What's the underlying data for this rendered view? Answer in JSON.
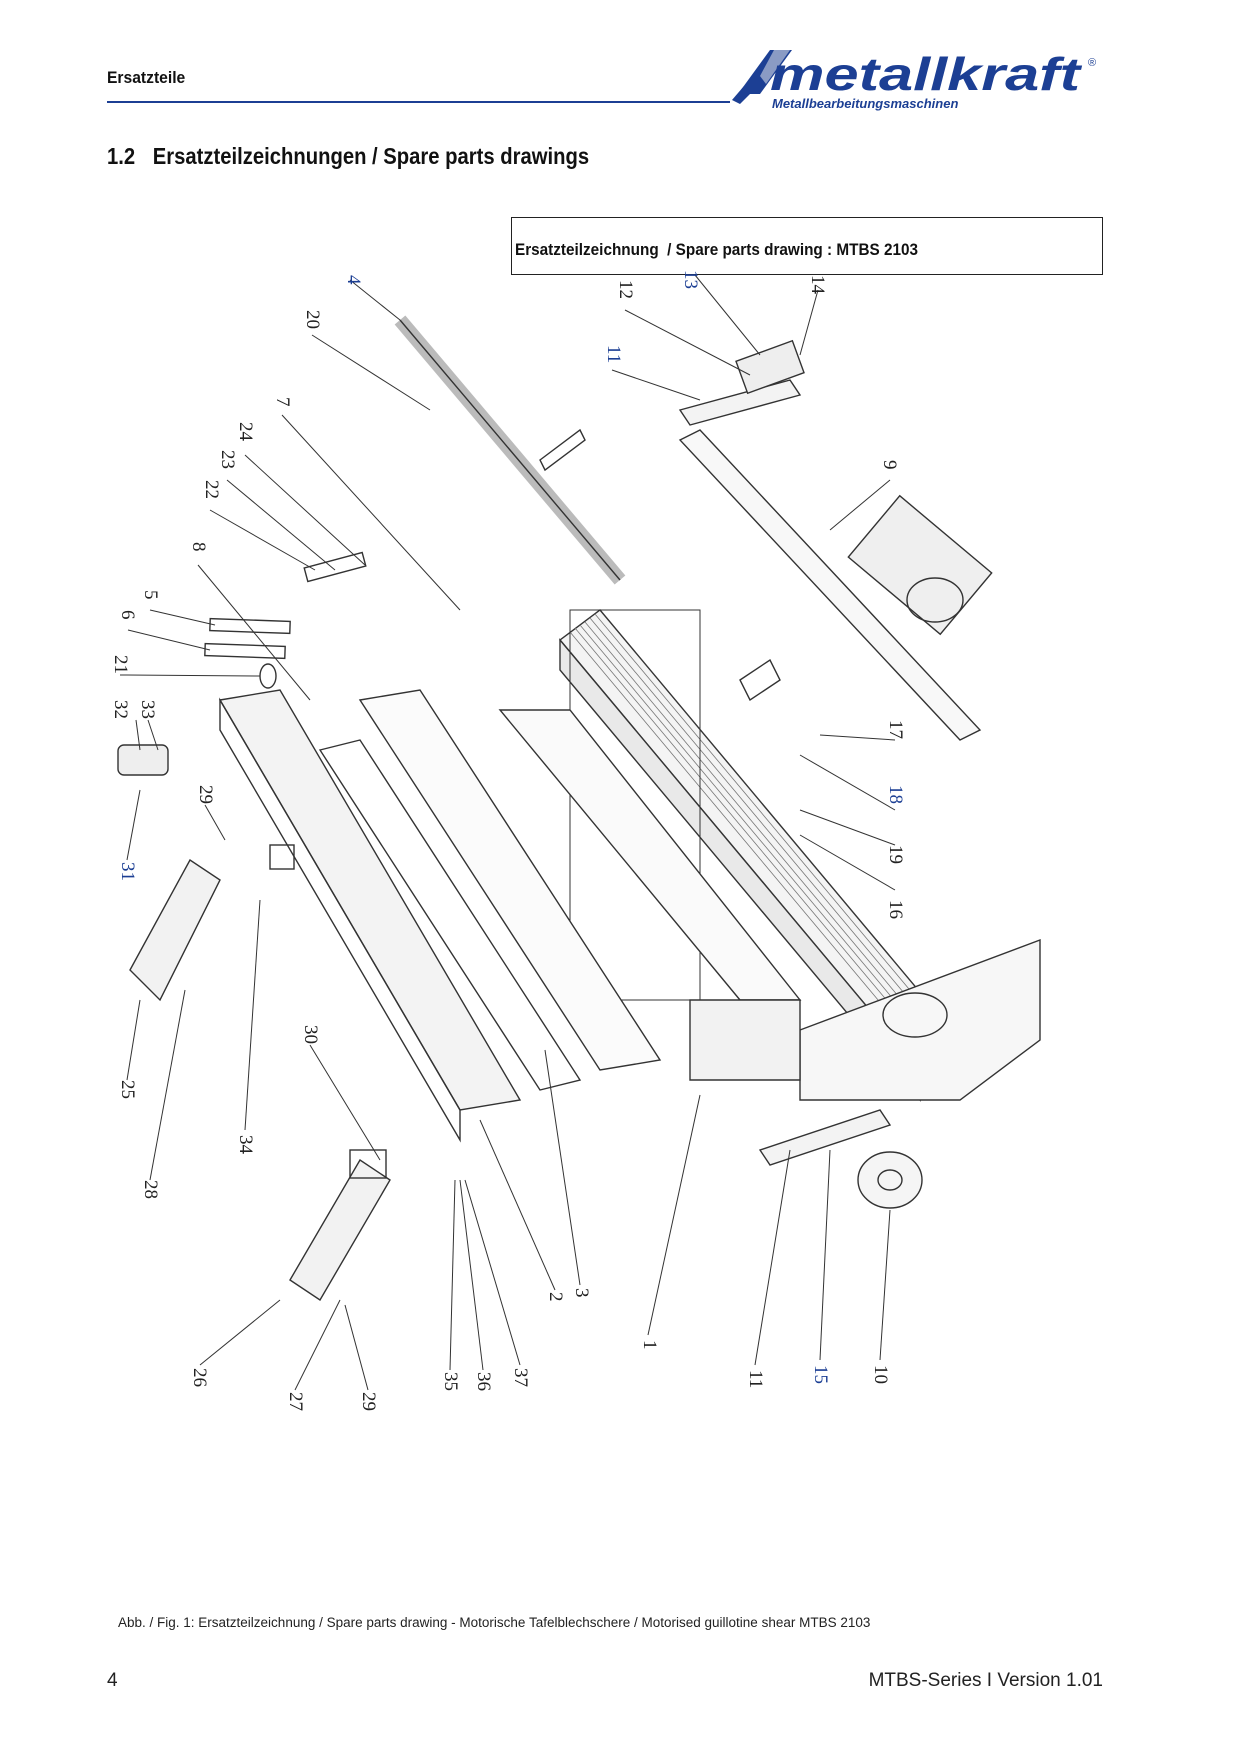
{
  "header": {
    "label": "Ersatzteile",
    "brand": {
      "name": "metallkraft",
      "tagline": "Metallbearbeitungsmaschinen",
      "registered": "®"
    },
    "rule_color": "#1c3f94"
  },
  "section": {
    "number": "1.2",
    "title": "Ersatzteilzeichnungen / Spare parts drawings"
  },
  "drawing_box": {
    "title": "Ersatzteilzeichnung  / Spare parts drawing : MTBS 2103"
  },
  "drawing": {
    "part_numbers": [
      "4",
      "20",
      "13",
      "12",
      "14",
      "11",
      "7",
      "24",
      "23",
      "22",
      "9",
      "8",
      "6",
      "5",
      "21",
      "32",
      "33",
      "17",
      "29",
      "18",
      "31",
      "19",
      "16",
      "30",
      "25",
      "34",
      "28",
      "3",
      "2",
      "26",
      "1",
      "11",
      "15",
      "10",
      "27",
      "35",
      "36",
      "37",
      "29"
    ]
  },
  "figure_caption": "Abb. / Fig. 1: Ersatzteilzeichnung / Spare parts drawing - Motorische Tafelblechschere / Motorised guillotine shear MTBS 2103",
  "footer": {
    "page_number": "4",
    "series": "MTBS-Series I Version 1.01"
  }
}
